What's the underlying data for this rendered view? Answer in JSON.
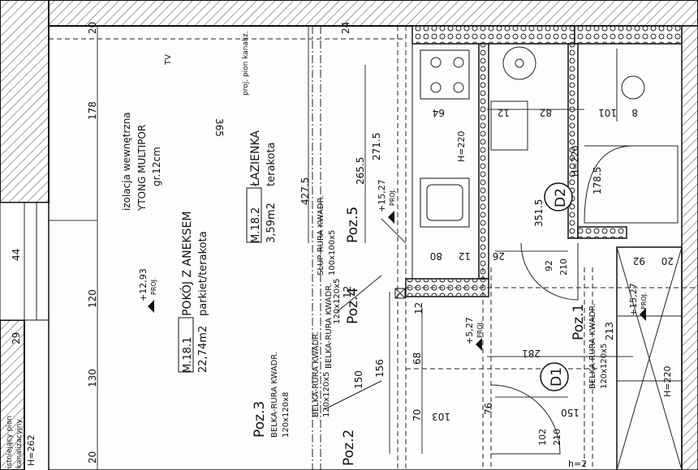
{
  "rooms": [
    {
      "code": "M.18.1",
      "name": "POKÓJ Z ANEKSEM",
      "area": "22,74m2",
      "floor": "parkiet/terakota"
    },
    {
      "code": "M.18.2",
      "name": "ŁAZIENKA",
      "area": "3,59m2",
      "floor": "terakota"
    }
  ],
  "insulation": {
    "line1": "izolacja wewnętrzna",
    "line2": "YTONG MULTIPOR",
    "line3": "gr.12cm"
  },
  "level_marks": [
    {
      "value": "+12,93",
      "proj": "PROJ."
    },
    {
      "value": "+15,27",
      "proj": "PROJ."
    },
    {
      "value": "+5,27",
      "proj": "PROJ."
    },
    {
      "value": "+15,27",
      "proj": "PROJ."
    }
  ],
  "beams": {
    "poz3": {
      "label": "Poz.3",
      "type": "BELKA-RURA KWADR.",
      "size": "120x120x8"
    },
    "poz2": {
      "label": "Poz.2",
      "type": "BELKA-RURA KWADR.",
      "size": "120x120x5"
    },
    "poz4": {
      "label": "Poz.4",
      "type": "BELKA-RURA KWADR.",
      "size": "120x120x5"
    },
    "poz5": {
      "label": "Poz.5",
      "type": "SŁUP-RURA KWADR.",
      "size": "100x100x5"
    },
    "poz1": {
      "label": "Poz.1",
      "type": "BELKA-RURA KWADR.",
      "size": "120x120x5"
    }
  },
  "doors": [
    {
      "label": "D1",
      "w": "102",
      "h": "210"
    },
    {
      "label": "D2",
      "w": "92",
      "h": "210"
    }
  ],
  "heights": {
    "h262": "H=262",
    "h220a": "H=220",
    "h220b": "H=220",
    "h220c": "H=220",
    "h2": "h=2"
  },
  "dims": {
    "d20a": "20",
    "d178": "178",
    "d120": "120",
    "d130": "130",
    "d20b": "20",
    "d365": "365",
    "d427": "427.5",
    "d2655": "265.5",
    "d2715": "271.5",
    "d3515": "351.5",
    "d1785": "178.5",
    "d64": "64",
    "d12a": "12",
    "d82": "82",
    "d101": "101",
    "d8": "8",
    "d24": "24",
    "d44": "44",
    "d29": "29",
    "d80": "80",
    "d12b": "12",
    "d26": "26",
    "d156": "156",
    "d150a": "150",
    "d68": "68",
    "d103": "103",
    "d70": "70",
    "d76": "76",
    "d281": "281",
    "d213": "213",
    "d150b": "150",
    "d12c": "12",
    "d12d": "12",
    "d92": "92",
    "d210": "210",
    "d20c": "20"
  },
  "pipes": {
    "kan": "proj. pion kanaliz.",
    "tv": "TV",
    "bottom1": "istniejący pion",
    "bottom2": "kanalizacyjny"
  }
}
